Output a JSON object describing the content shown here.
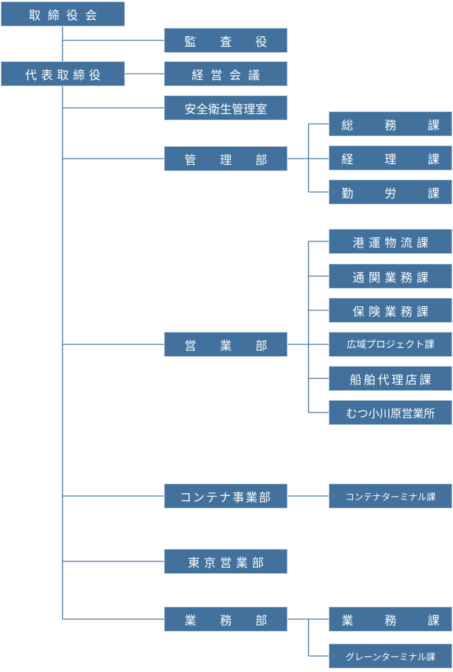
{
  "colors": {
    "box_fill": "#41719c",
    "box_text": "#ffffff",
    "line": "#41719c"
  },
  "org": {
    "board": "取締役会",
    "auditor": "監査役",
    "president": "代表取締役",
    "management_meeting": "経営会議",
    "safety_office": "安全衛生管理室",
    "admin_dept": "管理部",
    "general_affairs": "総務課",
    "accounting": "経理課",
    "labor": "勤労課",
    "sales_dept": "営業部",
    "port_logistics": "港運物流課",
    "customs": "通関業務課",
    "insurance": "保険業務課",
    "wide_area_project": "広域プロジェクト課",
    "ship_agency": "船舶代理店課",
    "mutsu_ogawara": "むつ小川原営業所",
    "container_dept": "コンテナ事業部",
    "container_terminal": "コンテナターミナル課",
    "tokyo_sales": "東京営業部",
    "operations_dept": "業務部",
    "operations_section": "業務課",
    "grain_terminal": "グレーンターミナル課"
  }
}
